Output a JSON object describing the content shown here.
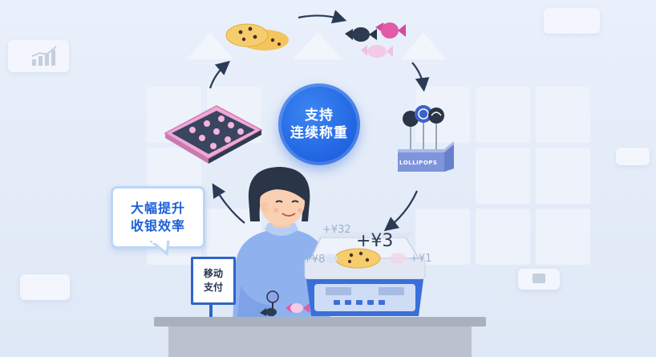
{
  "center_badge": {
    "line1": "支持",
    "line2": "连续称重"
  },
  "callout": {
    "line1": "大幅提升",
    "line2": "收银效率"
  },
  "payment_sign": {
    "line1": "移动",
    "line2": "支付"
  },
  "scale_prices": {
    "main": "+¥3",
    "top": "+¥32",
    "left": "+¥8",
    "right": "+¥1"
  },
  "lollipop_box_label": "LOLLIPOPS",
  "colors": {
    "accent_blue": "#1f63e0",
    "background": "#e6eefa",
    "scale_body": "#3b6fd8",
    "counter": "#a9b1bf"
  }
}
